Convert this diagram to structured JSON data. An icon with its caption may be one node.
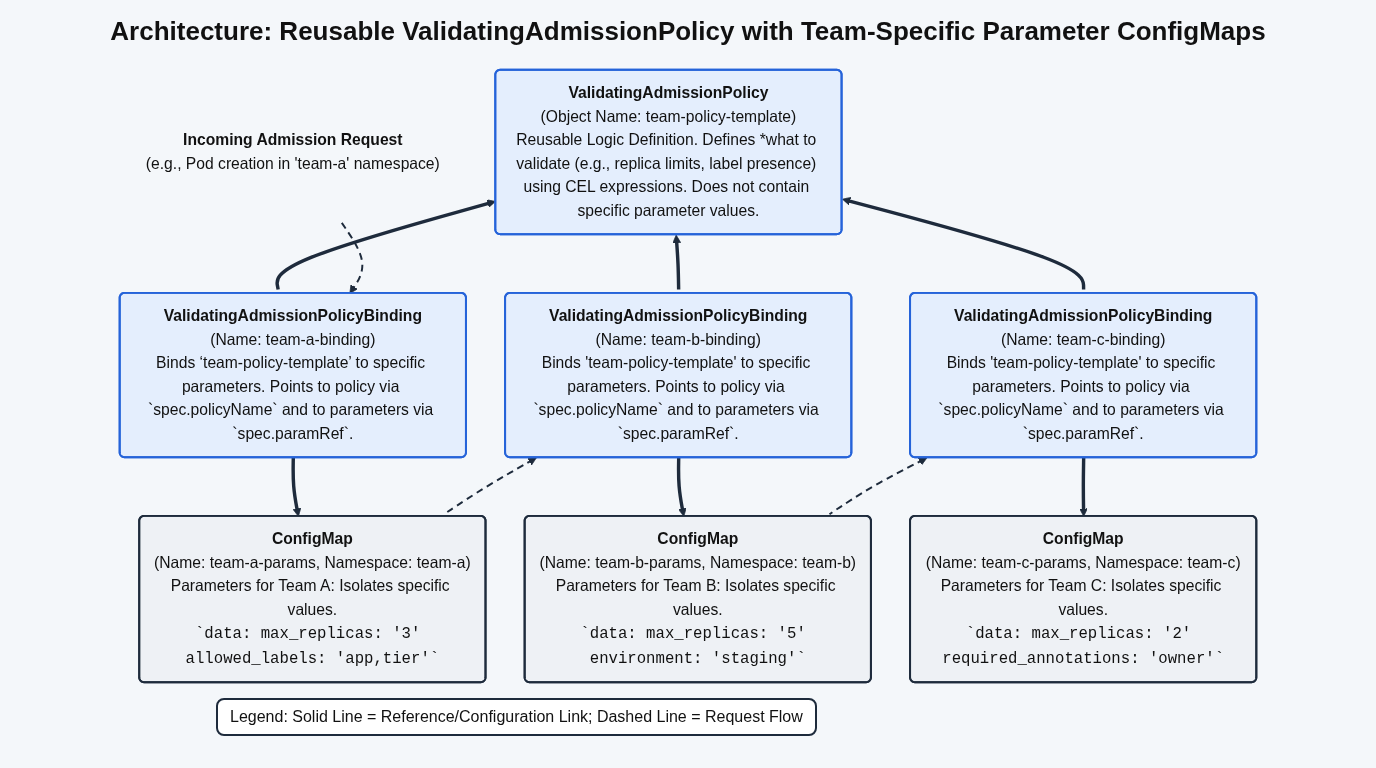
{
  "diagram": {
    "title": "Architecture: Reusable ValidatingAdmissionPolicy with Team-Specific Parameter ConfigMaps",
    "nodes": [
      {
        "text": [
          "ValidatingAdmissionPolicy",
          "(Object Name: team-policy-template)",
          "Reusable Logic Definition. Defines *what to validate (e.g., replica limits, label presence) using CEL expressions. Does not contain specific parameter values."
        ]
      },
      {
        "text": [
          "Incoming Admission Request",
          "(e.g., Pod creation in 'team-a' namespace)"
        ]
      },
      {
        "text": [
          "ValidatingAdmissionPolicyBinding",
          "(Name: team-a-binding)",
          "Binds ‘team-policy-template’ to specific parameters. Points to policy via `spec.policyName` and to parameters via `spec.paramRef`."
        ]
      },
      {
        "text": [
          "ValidatingAdmissionPolicyBinding",
          "(Name: team-b-binding)",
          "Binds 'team-policy-template' to specific parameters. Points to policy via `spec.policyName` and to parameters via `spec.paramRef`."
        ]
      },
      {
        "text": [
          "ValidatingAdmissionPolicyBinding",
          "(Name: team-c-binding)",
          "Binds 'team-policy-template' to specific parameters. Points to policy via `spec.policyName` and to parameters via `spec.paramRef`."
        ]
      },
      {
        "text": [
          "ConfigMap",
          "(Name: team-a-params, Namespace: team-a)",
          "Parameters for Team A: Isolates specific values.",
          "`data: max_replicas: '3' allowed_labels: 'app,tier'`"
        ]
      },
      {
        "text": [
          "ConfigMap",
          "(Name: team-b-params, Namespace: team-b)",
          "Parameters for Team B: Isolates specific values.",
          "`data: max_replicas: '5' environment: 'staging'`"
        ]
      },
      {
        "text": [
          "ConfigMap",
          "(Name: team-c-params, Namespace: team-c)",
          "Parameters for Team C: Isolates specific values.",
          "`data: max_replicas: '2' required_annotations: 'owner'`"
        ]
      }
    ],
    "edges": [
      {
        "from": 2,
        "to": 0,
        "arrow": "to"
      },
      {
        "from": 3,
        "to": 0,
        "arrow": "to"
      },
      {
        "from": 4,
        "to": 0,
        "arrow": "to"
      },
      {
        "from": 1,
        "to": 2,
        "arrow": "to",
        "style": "dashed"
      },
      {
        "from": 2,
        "to": 5,
        "arrow": "to"
      },
      {
        "from": 3,
        "to": 6,
        "arrow": "to"
      },
      {
        "from": 4,
        "to": 7,
        "arrow": "to"
      },
      {
        "from": 5,
        "to": 3,
        "arrow": "to",
        "style": "dashed"
      },
      {
        "from": 6,
        "to": 4,
        "arrow": "to",
        "style": "dashed"
      }
    ],
    "labels": [
      "Legend: Solid Line = Reference/Configuration Link; Dashed Line = Request Flow"
    ]
  }
}
